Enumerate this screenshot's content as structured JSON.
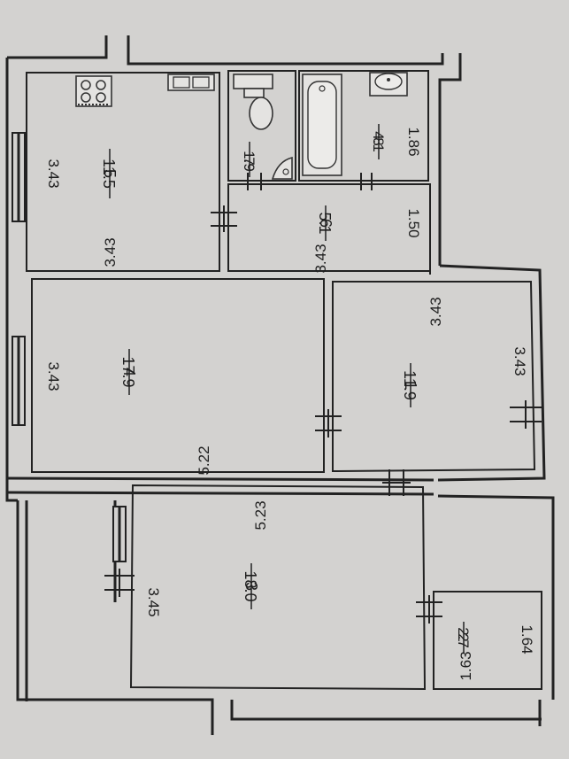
{
  "plan": {
    "rooms": [
      {
        "id": "1",
        "area": "11.9",
        "dims": [
          "3.43",
          "3.43"
        ]
      },
      {
        "id": "2",
        "area": "2.7",
        "dims": [
          "1.64",
          "1.63"
        ]
      },
      {
        "id": "3",
        "area": "18.0",
        "dims": [
          "3.45",
          "5.23"
        ]
      },
      {
        "id": "4",
        "area": "17.9",
        "dims": [
          "3.43",
          "5.22"
        ]
      },
      {
        "id": "5",
        "area": "11.5",
        "dims": [
          "3.43",
          "3.43"
        ]
      },
      {
        "id": "6",
        "area": "5.1",
        "dims": [
          "1.50",
          "3.43"
        ]
      },
      {
        "id": "7",
        "area": "1.9",
        "dims": []
      },
      {
        "id": "8",
        "area": "4.1",
        "dims": [
          "1.86"
        ]
      }
    ]
  }
}
